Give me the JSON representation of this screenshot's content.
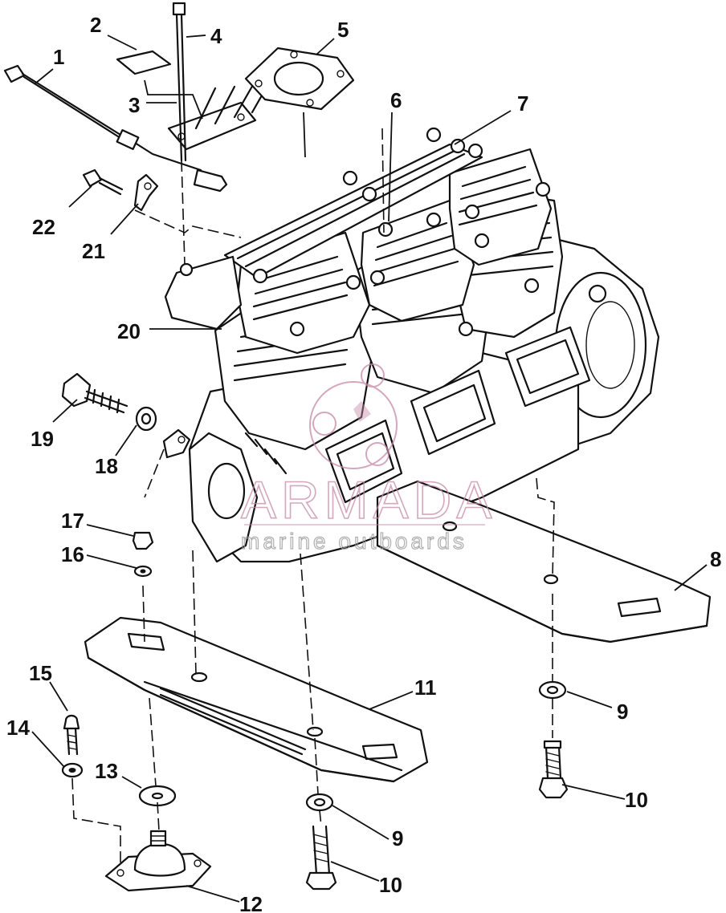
{
  "diagram": {
    "callouts": {
      "c1": "1",
      "c2": "2",
      "c3": "3",
      "c4": "4",
      "c5": "5",
      "c6": "6",
      "c7": "7",
      "c8": "8",
      "c9a": "9",
      "c9b": "9",
      "c10a": "10",
      "c10b": "10",
      "c11": "11",
      "c12": "12",
      "c13": "13",
      "c14": "14",
      "c15": "15",
      "c16": "16",
      "c17": "17",
      "c18": "18",
      "c19": "19",
      "c20": "20",
      "c21": "21",
      "c22": "22"
    },
    "watermark": {
      "brand": "ARMADA",
      "tagline": "marine outboards",
      "color": "#c78aa8"
    }
  }
}
